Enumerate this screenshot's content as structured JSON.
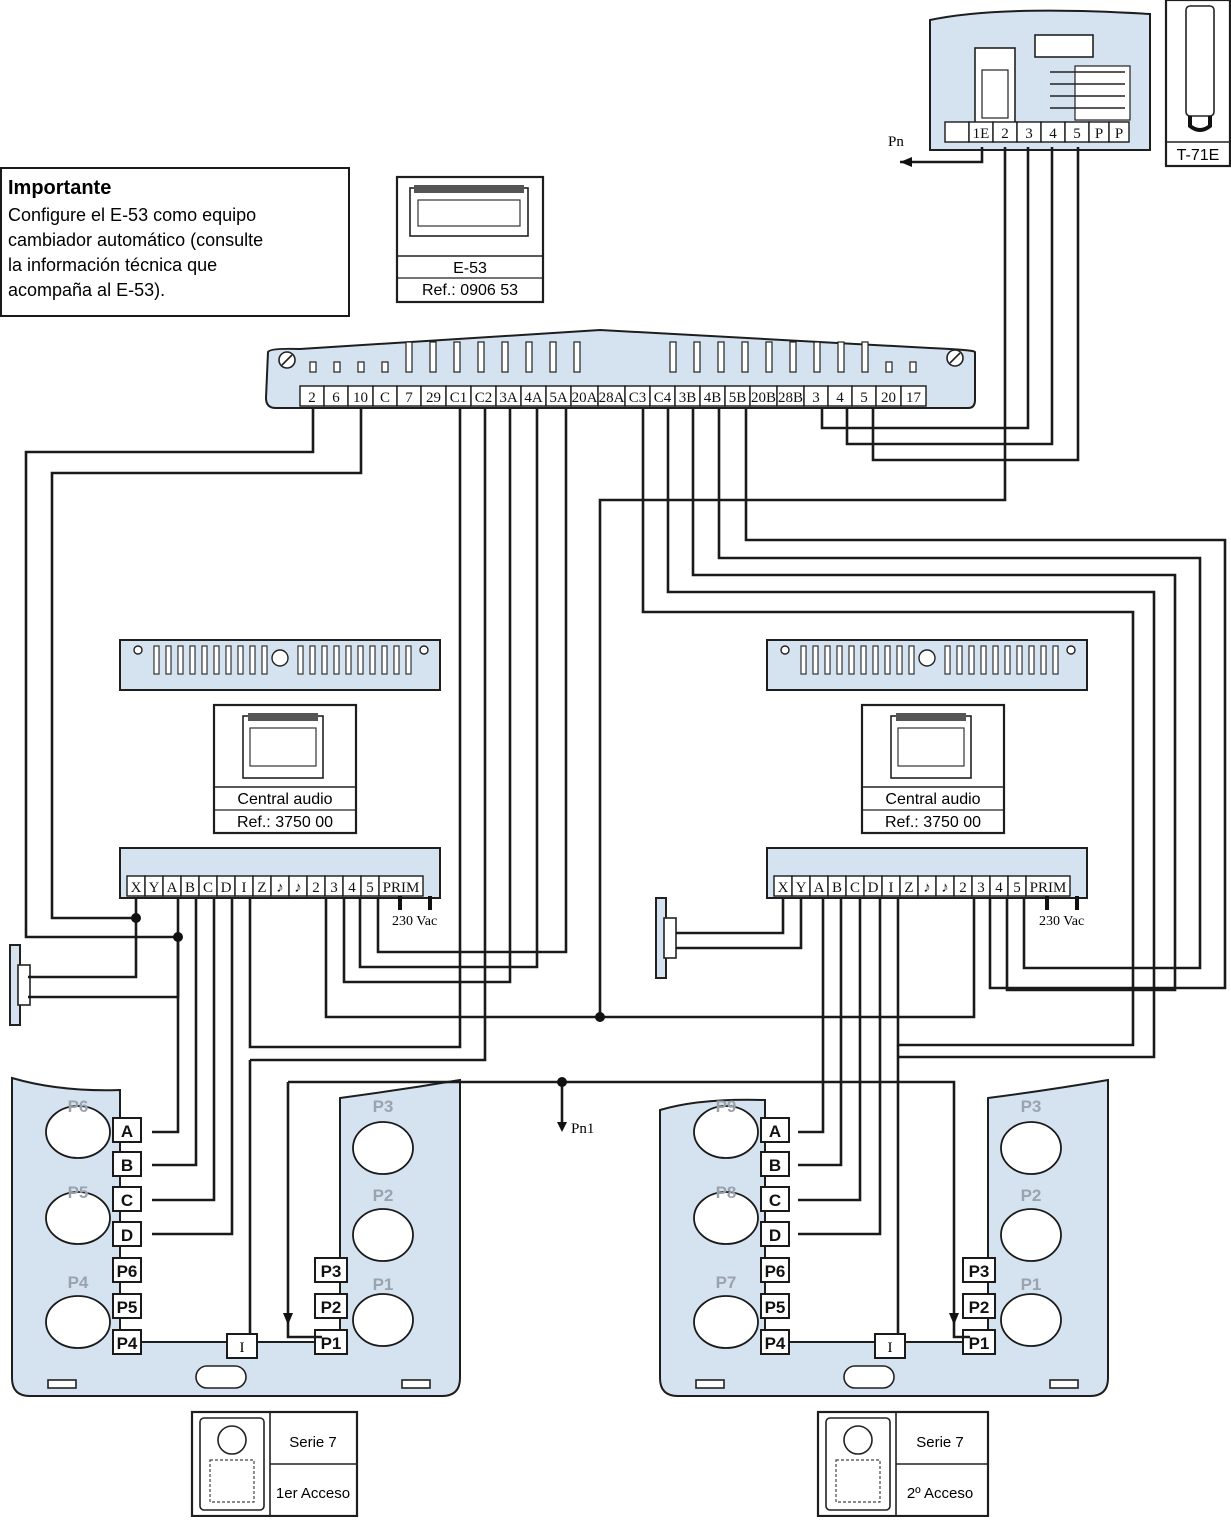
{
  "note": {
    "title": "Importante",
    "lines": [
      "Configure el E-53 como equipo",
      "cambiador automático (consulte",
      "la información técnica que",
      "acompaña al E-53)."
    ]
  },
  "e53": {
    "name": "E-53",
    "ref": "Ref.: 0906 53"
  },
  "t71e": {
    "name": "T-71E",
    "terminals": [
      "1E",
      "2",
      "3",
      "4",
      "5",
      "P",
      "P"
    ]
  },
  "main_terminals": [
    "2",
    "6",
    "10",
    "C",
    "7",
    "29",
    "C1",
    "C2",
    "3A",
    "4A",
    "5A",
    "20A",
    "28A",
    "C3",
    "C4",
    "3B",
    "4B",
    "5B",
    "20B",
    "28B",
    "3",
    "4",
    "5",
    "20",
    "17"
  ],
  "central_left": {
    "name": "Central audio",
    "ref": "Ref.: 3750 00"
  },
  "central_right": {
    "name": "Central audio",
    "ref": "Ref.: 3750 00"
  },
  "central_terminals": [
    "X",
    "Y",
    "A",
    "B",
    "C",
    "D",
    "I",
    "Z",
    "♪",
    "♪",
    "2",
    "3",
    "4",
    "5",
    "PRIM"
  ],
  "power_label": "230 Vac",
  "labels": {
    "pn": "Pn",
    "pn1": "Pn1",
    "i": "I"
  },
  "panel_left": {
    "buttons": [
      "P6",
      "P5",
      "P4",
      "P3",
      "P2",
      "P1"
    ],
    "side_labels": [
      "A",
      "B",
      "C",
      "D",
      "P6",
      "P5",
      "P4"
    ],
    "right_labels": [
      "P3",
      "P2",
      "P1"
    ],
    "series": "Serie 7",
    "access": "1er Acceso"
  },
  "panel_right": {
    "buttons": [
      "P9",
      "P8",
      "P7",
      "P3",
      "P2",
      "P1"
    ],
    "side_labels": [
      "A",
      "B",
      "C",
      "D",
      "P6",
      "P5",
      "P4"
    ],
    "right_labels": [
      "P3",
      "P2",
      "P1"
    ],
    "series": "Serie 7",
    "access": "2º Acceso"
  }
}
